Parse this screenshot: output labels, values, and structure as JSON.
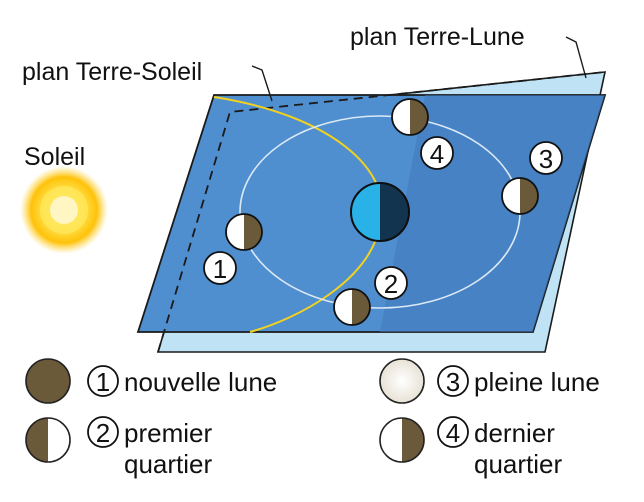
{
  "labels": {
    "plane_earth_moon": "plan Terre-Lune",
    "plane_earth_sun": "plan Terre-Soleil",
    "sun": "Soleil"
  },
  "positions": [
    "1",
    "2",
    "3",
    "4"
  ],
  "legend": [
    {
      "num": "1",
      "line1": "nouvelle lune",
      "line2": "",
      "phase": "new"
    },
    {
      "num": "2",
      "line1": "premier",
      "line2": "quartier",
      "phase": "first-quarter"
    },
    {
      "num": "3",
      "line1": "pleine lune",
      "line2": "",
      "phase": "full"
    },
    {
      "num": "4",
      "line1": "dernier",
      "line2": "quartier",
      "phase": "last-quarter"
    }
  ],
  "colors": {
    "plane_sun": "#4f8fcf",
    "plane_moon": "#bfe3f5",
    "moon_dark": "#6b5a3a",
    "moon_light": "#ffffff",
    "sun": "#ffd21a",
    "earth_light": "#29b2e8",
    "earth_dark": "#12344f",
    "ecliptic": "#f2d21e",
    "orbit": "#dbe9f7"
  }
}
